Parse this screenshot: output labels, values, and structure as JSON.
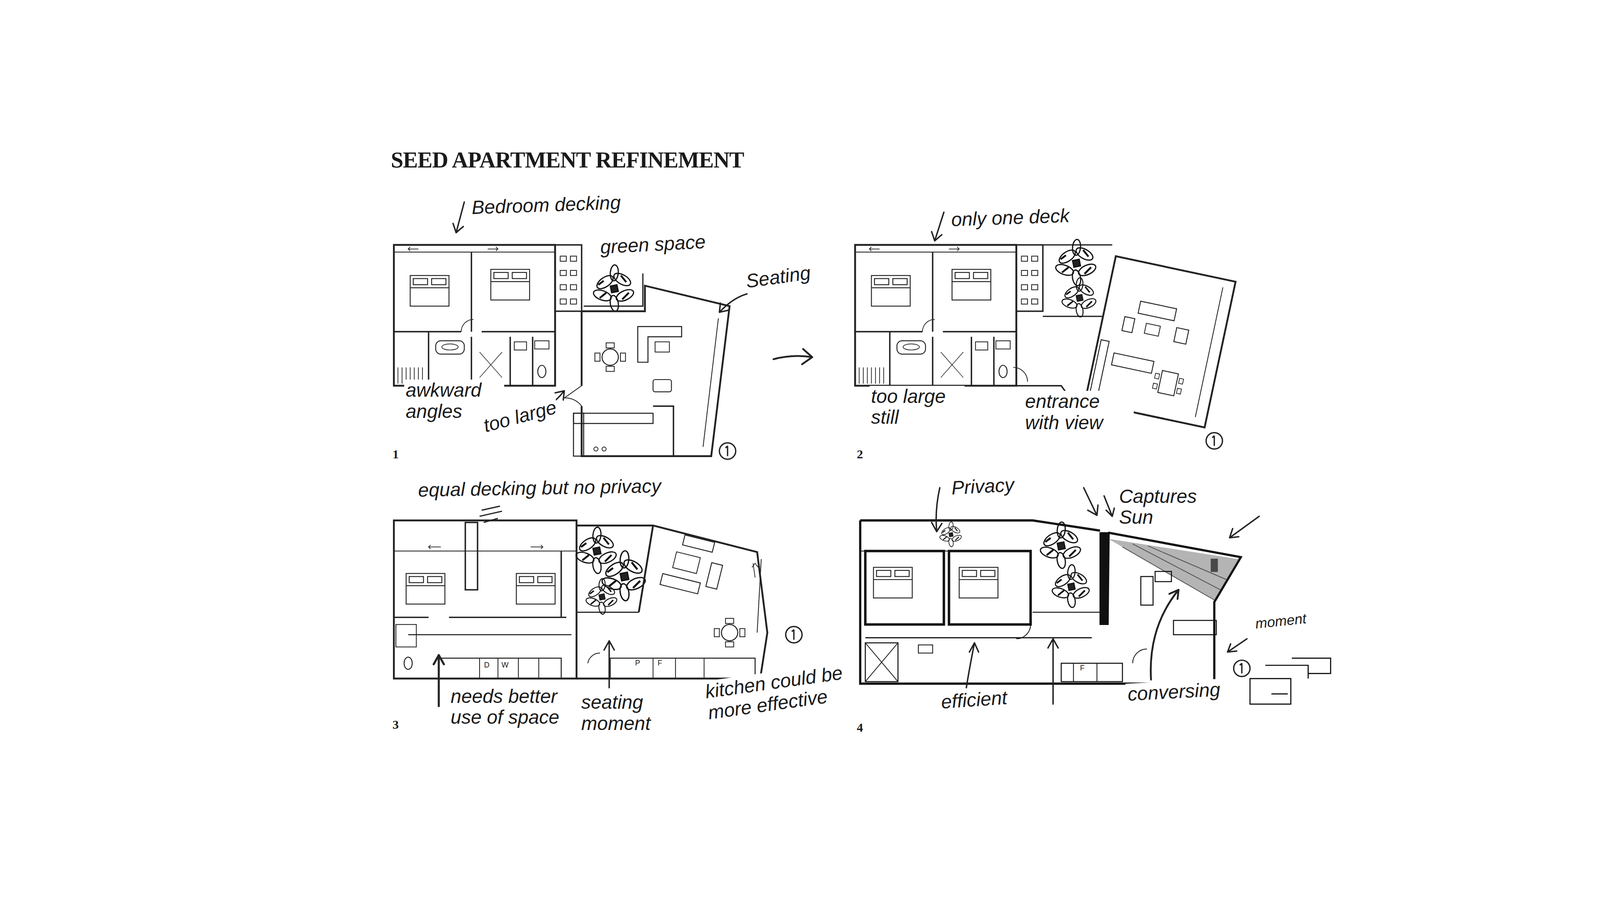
{
  "diagram": {
    "title": "SEED APARTMENT REFINEMENT",
    "labels": [
      "Bedroom decking",
      "green space",
      "Seating",
      "awkward angles",
      "too large",
      "1",
      "only one deck",
      "too large still",
      "entrance with view",
      "2",
      "equal decking but no privacy",
      "needs better use of space",
      "seating moment",
      "kitchen could be more effective",
      "3",
      "Privacy",
      "Captures Sun",
      "moment",
      "efficient",
      "conversing",
      "4",
      "D",
      "W",
      "P",
      "F",
      "F"
    ]
  }
}
